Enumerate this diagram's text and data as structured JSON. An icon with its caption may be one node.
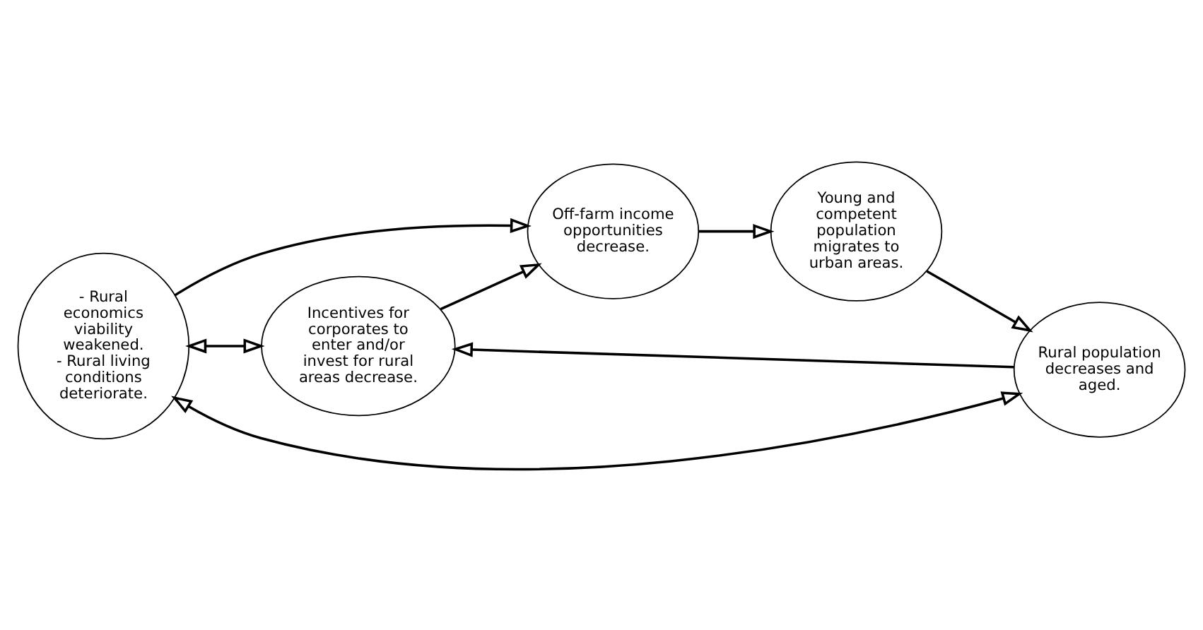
{
  "diagram": {
    "nodes": [
      {
        "text": [
          "- Rural economics viability weakened.",
          "- Rural living conditions deteriorate."
        ]
      },
      {
        "text": [
          "Incentives for corporates to enter and/or invest for rural areas decrease."
        ]
      },
      {
        "text": [
          "Off-farm income opportunities decrease."
        ]
      },
      {
        "text": [
          "Young and competent population migrates to urban areas."
        ]
      },
      {
        "text": [
          "Rural population decreases and aged."
        ]
      }
    ],
    "edges": [
      {
        "from": 0,
        "to": 2,
        "arrow": "to"
      },
      {
        "from": 1,
        "to": 2,
        "arrow": "to"
      },
      {
        "from": 2,
        "to": 3,
        "arrow": "to"
      },
      {
        "from": 3,
        "to": 4,
        "arrow": "to"
      },
      {
        "from": 4,
        "to": 1,
        "arrow": "to"
      },
      {
        "from": 0,
        "to": 1,
        "arrow": "both"
      },
      {
        "from": 0,
        "to": 4,
        "arrow": "both"
      }
    ]
  }
}
